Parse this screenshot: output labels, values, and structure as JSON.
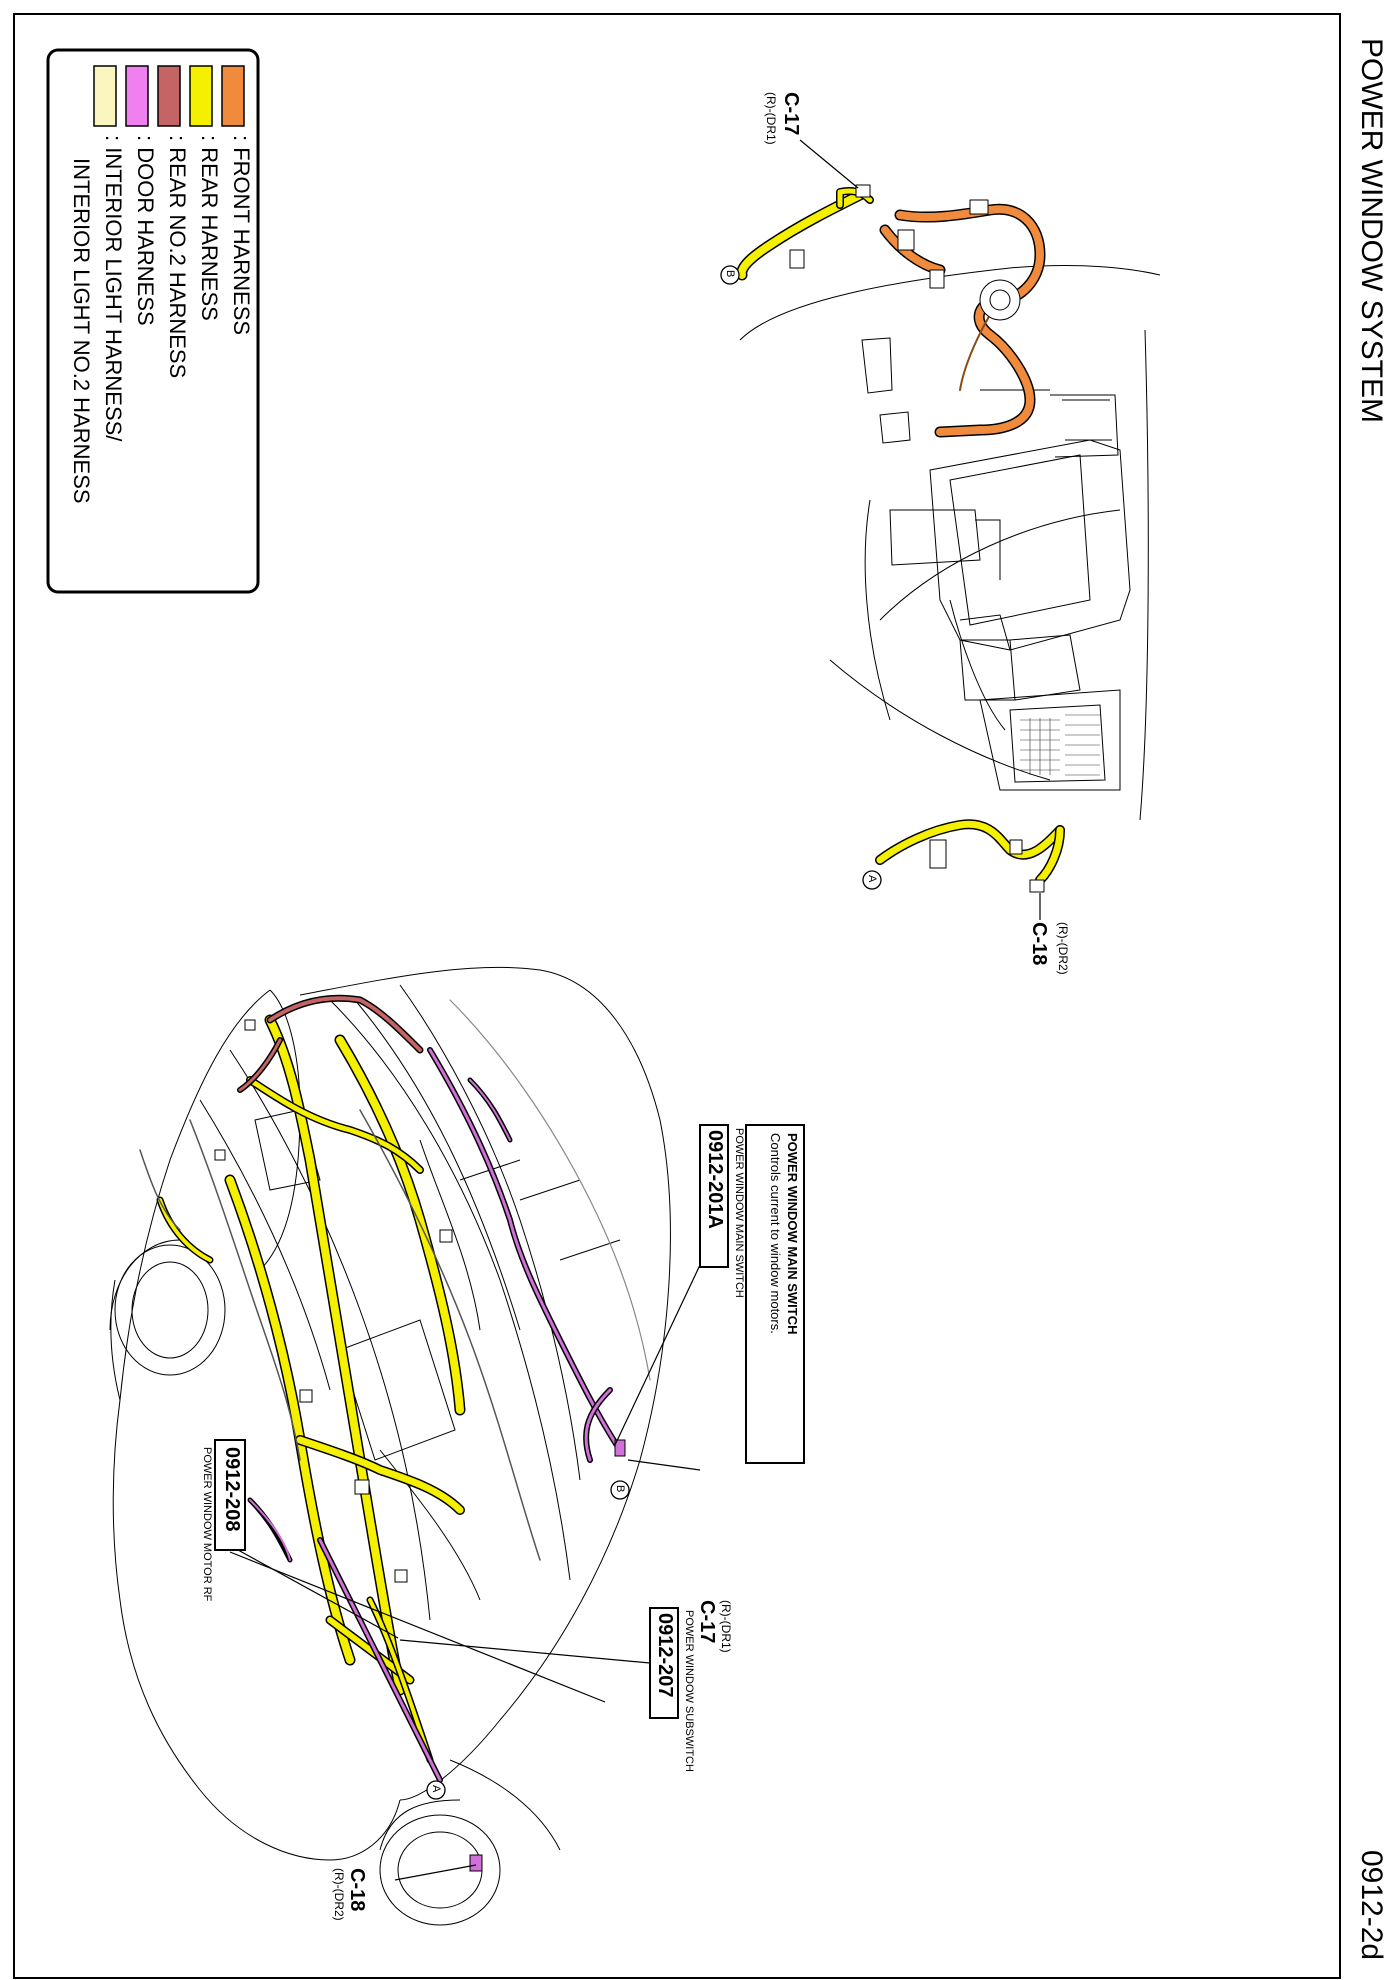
{
  "page": {
    "title": "POWER WINDOW SYSTEM",
    "page_number": "0912-2d"
  },
  "legend": {
    "items": [
      {
        "color": "#f08a3c",
        "label": ": FRONT HARNESS"
      },
      {
        "color": "#f5f000",
        "label": ": REAR HARNESS"
      },
      {
        "color": "#c46464",
        "label": ": REAR NO.2 HARNESS"
      },
      {
        "color": "#f080f0",
        "label": ": DOOR HARNESS"
      },
      {
        "color": "#fbf6c0",
        "label": ": INTERIOR LIGHT HARNESS/"
      }
    ],
    "continuation": "INTERIOR LIGHT NO.2 HARNESS"
  },
  "callouts": {
    "main_switch": {
      "box_title": "POWER WINDOW MAIN SWITCH",
      "box_desc": "Controls current to window motors.",
      "caption": "POWER WINDOW MAIN SWITCH",
      "code": "0912-201A"
    },
    "motor_rf": {
      "code": "0912-208",
      "caption": "POWER WINDOW MOTOR RF"
    },
    "subswitch": {
      "caption": "POWER WINDOW SUBSWITCH",
      "code": "0912-207"
    }
  },
  "connectors": {
    "c17_top": {
      "label": "C-17",
      "sub": "(R)-(DR1)"
    },
    "c18_top": {
      "label": "C-18",
      "sub": "(R)-(DR2)"
    },
    "c17_car": {
      "label": "C-17",
      "sub": "(R)-(DR1)"
    },
    "c18_car": {
      "label": "C-18",
      "sub": "(R)-(DR2)"
    }
  },
  "markers": {
    "a": "A",
    "b": "B"
  }
}
